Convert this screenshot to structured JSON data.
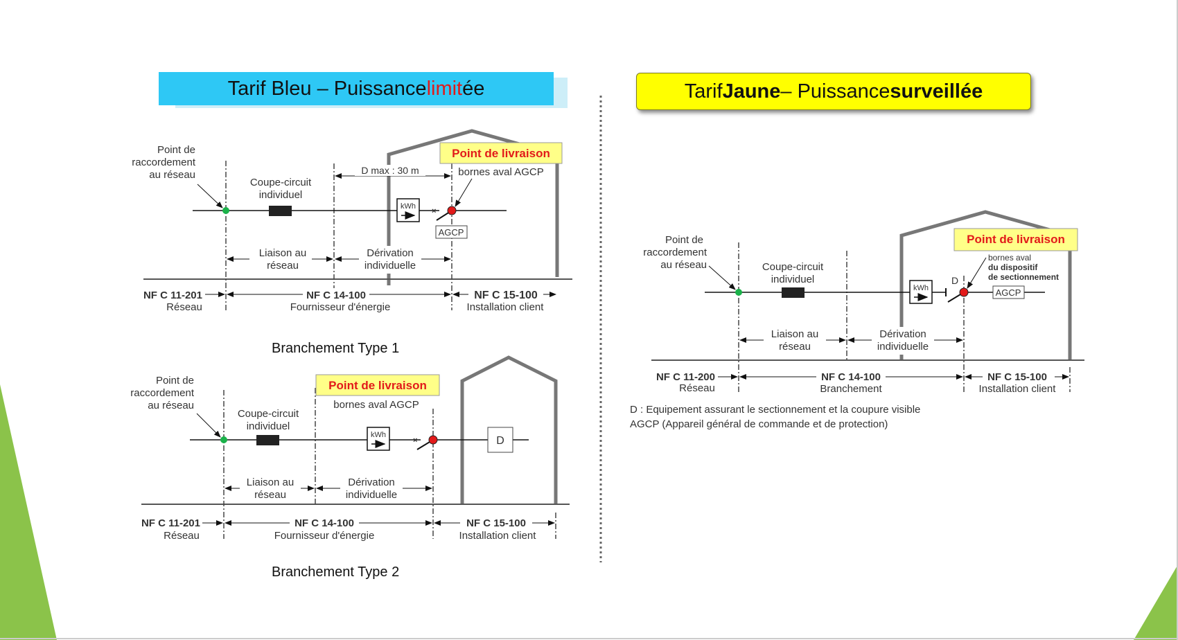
{
  "colors": {
    "bleu": "#2ec8f5",
    "jaune": "#ffff00",
    "limit_red": "#e21a1a",
    "point_livraison_bg": "#ffff88",
    "point_livraison_text": "#e21a1a",
    "network_dot": "#1bb24a",
    "delivery_dot": "#e21a1a",
    "deco_green": "#8bc34a"
  },
  "left": {
    "title": {
      "part1": "Tarif Bleu – Puissance ",
      "part2": "limit",
      "part3": "ée"
    },
    "type1": {
      "point_raccordement": [
        "Point de",
        "raccordement",
        "au réseau"
      ],
      "coupe_circuit": [
        "Coupe-circuit",
        "individuel"
      ],
      "dmax": "D max : 30 m",
      "point_livraison": "Point de livraison",
      "bornes": "bornes aval AGCP",
      "kwh": "kWh",
      "agcp": "AGCP",
      "liaison": [
        "Liaison au",
        "réseau"
      ],
      "derivation": [
        "Dérivation",
        "individuelle"
      ],
      "nf1": "NF C 11-201",
      "nf1_sub": "Réseau",
      "nf2": "NF C 14-100",
      "nf2_sub": "Fournisseur d'énergie",
      "nf3": "NF C 15-100",
      "nf3_sub": "Installation client",
      "caption": "Branchement  Type 1"
    },
    "type2": {
      "point_raccordement": [
        "Point de",
        "raccordement",
        "au réseau"
      ],
      "coupe_circuit": [
        "Coupe-circuit",
        "individuel"
      ],
      "point_livraison": "Point de livraison",
      "bornes": "bornes aval AGCP",
      "kwh": "kWh",
      "d_box": "D",
      "liaison": [
        "Liaison au",
        "réseau"
      ],
      "derivation": [
        "Dérivation",
        "individuelle"
      ],
      "nf1": "NF C 11-201",
      "nf1_sub": "Réseau",
      "nf2": "NF C 14-100",
      "nf2_sub": "Fournisseur d'énergie",
      "nf3": "NF C 15-100",
      "nf3_sub": "Installation client",
      "caption": "Branchement  Type 2"
    }
  },
  "right": {
    "title": {
      "part1": "Tarif ",
      "part2": "Jaune",
      "part3": " – Puissance ",
      "part4": "surveillée"
    },
    "diagram": {
      "point_raccordement": [
        "Point de",
        "raccordement",
        "au réseau"
      ],
      "coupe_circuit": [
        "Coupe-circuit",
        "individuel"
      ],
      "point_livraison": "Point de livraison",
      "bornes": [
        "bornes aval",
        "du dispositif",
        "de sectionnement"
      ],
      "kwh": "kWh",
      "d_label": "D",
      "agcp": "AGCP",
      "liaison": [
        "Liaison au",
        "réseau"
      ],
      "derivation": [
        "Dérivation",
        "individuelle"
      ],
      "nf1": "NF C 11-200",
      "nf1_sub": "Réseau",
      "nf2": "NF C 14-100",
      "nf2_sub": "Branchement",
      "nf3": "NF C 15-100",
      "nf3_sub": "Installation client"
    },
    "legend": [
      "D : Equipement assurant le sectionnement et la coupure visible",
      "AGCP (Appareil général de commande et de protection)"
    ]
  }
}
